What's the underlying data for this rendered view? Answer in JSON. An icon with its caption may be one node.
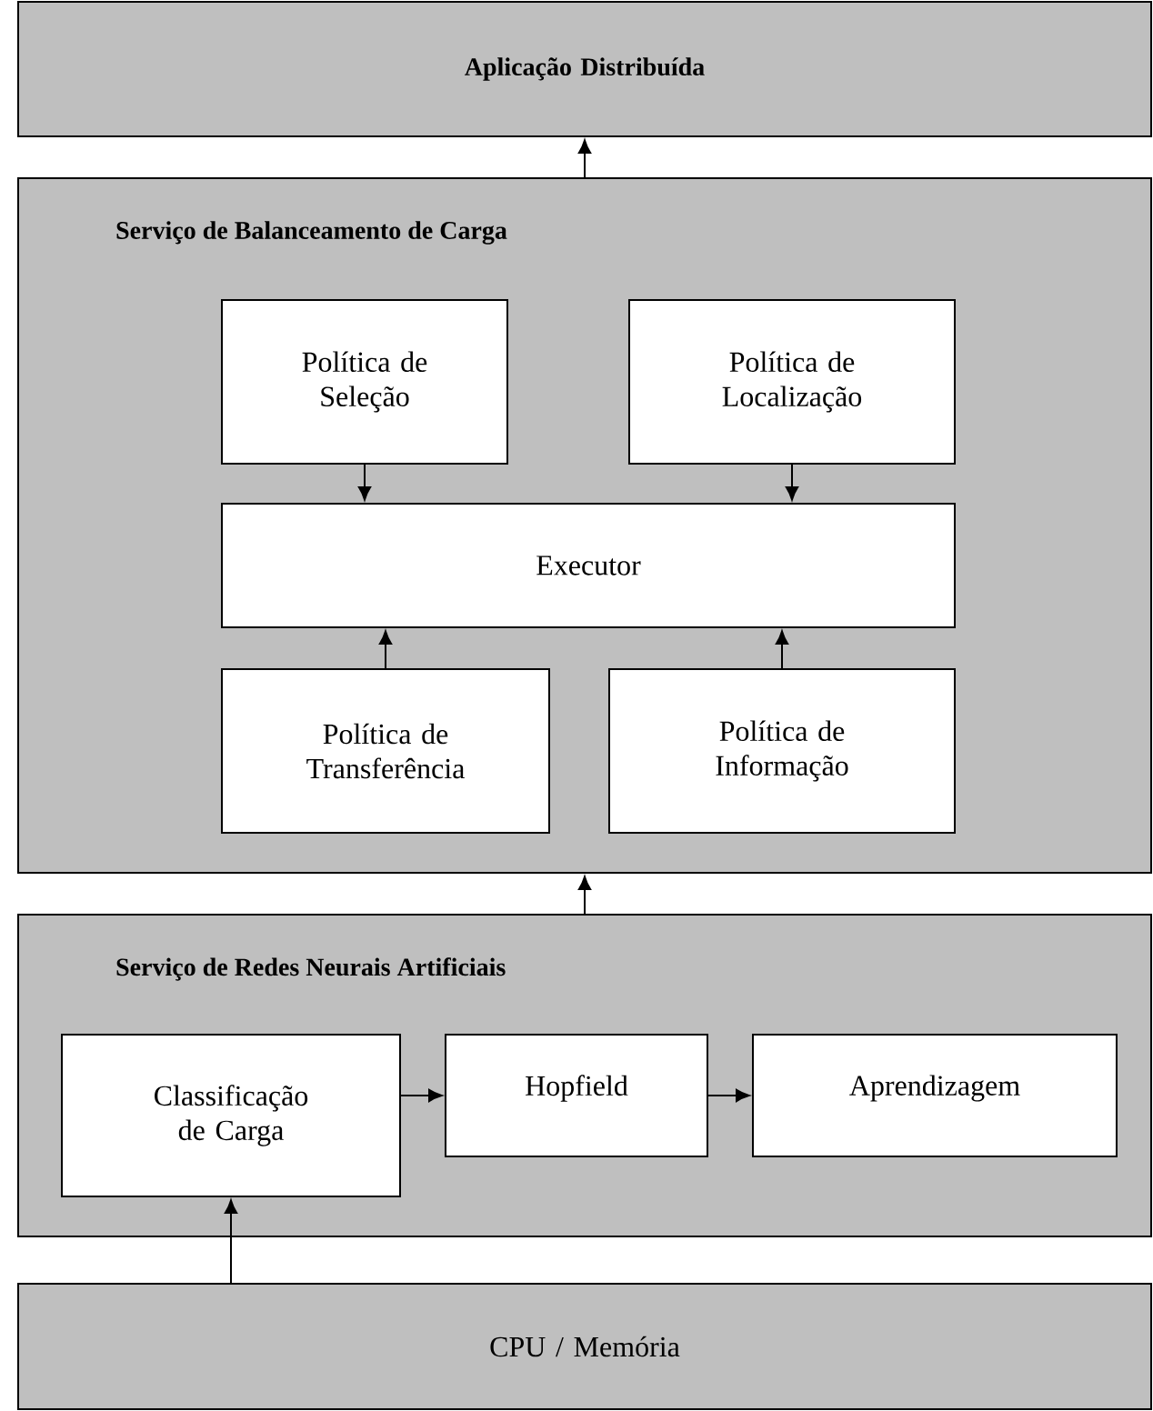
{
  "diagram": {
    "nodes": [
      {
        "text": [
          "Aplicação Distribuída"
        ]
      },
      {
        "text": [
          "Serviço de Balanceamento de Carga"
        ]
      },
      {
        "text": [
          "Política de Seleção"
        ],
        "in": 1
      },
      {
        "text": [
          "Política de Localização"
        ],
        "in": 1
      },
      {
        "text": [
          "Executor"
        ],
        "in": 1
      },
      {
        "text": [
          "Política de Transferência"
        ],
        "in": 1
      },
      {
        "text": [
          "Política de Informação"
        ],
        "in": 1
      },
      {
        "text": [
          "Serviço de Redes Neurais Artificiais"
        ]
      },
      {
        "text": [
          "Classificação de Carga"
        ],
        "in": 7
      },
      {
        "text": [
          "Hopfield"
        ],
        "in": 7
      },
      {
        "text": [
          "Aprendizagem"
        ],
        "in": 7
      },
      {
        "text": [
          "CPU / Memória"
        ]
      }
    ],
    "edges": [
      {
        "from": 1,
        "to": 0,
        "arrow": "to"
      },
      {
        "from": 2,
        "to": 4,
        "arrow": "to"
      },
      {
        "from": 3,
        "to": 4,
        "arrow": "to"
      },
      {
        "from": 5,
        "to": 4,
        "arrow": "to"
      },
      {
        "from": 6,
        "to": 4,
        "arrow": "to"
      },
      {
        "from": 7,
        "to": 1,
        "arrow": "to"
      },
      {
        "from": 11,
        "to": 8,
        "arrow": "to"
      },
      {
        "from": 8,
        "to": 9,
        "arrow": "to"
      },
      {
        "from": 9,
        "to": 10,
        "arrow": "to"
      }
    ]
  }
}
